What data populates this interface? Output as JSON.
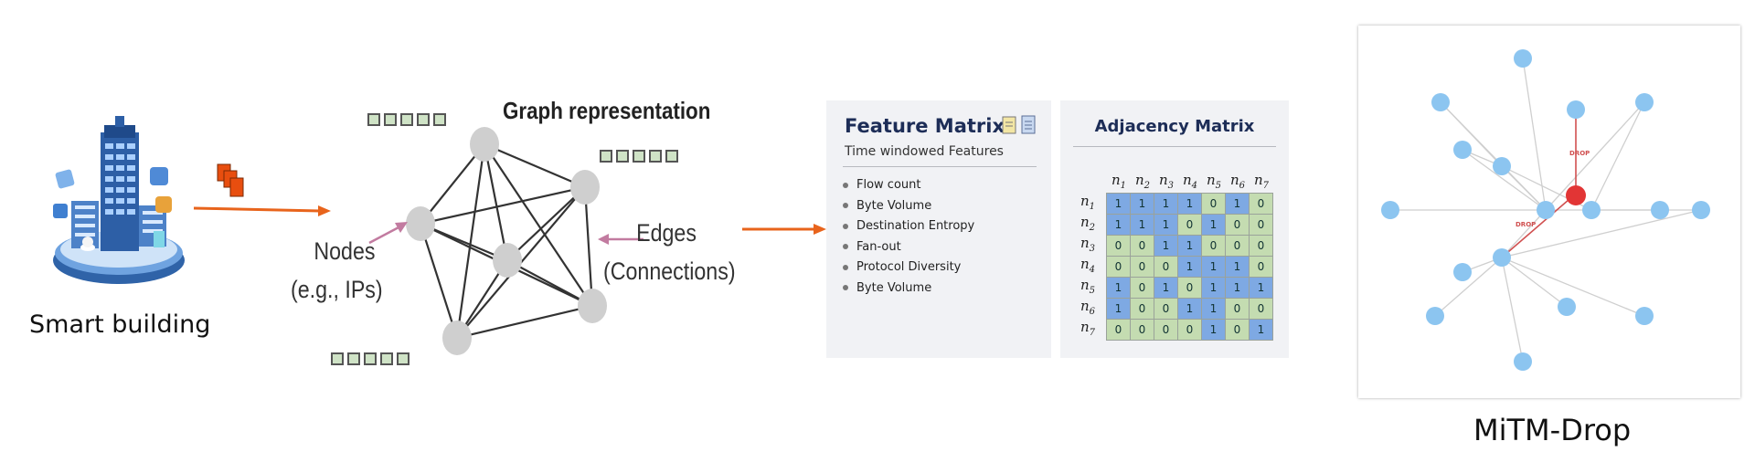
{
  "captions": {
    "smart_building": "Smart building",
    "mitm_drop": "MiTM-Drop"
  },
  "graph": {
    "title": "Graph representation",
    "nodes_label_line1": "Nodes",
    "nodes_label_line2": "(e.g., IPs)",
    "edges_label_line1": "Edges",
    "edges_label_line2": "(Connections)",
    "feature_vector_length": 5
  },
  "feature_matrix": {
    "title": "Feature Matrix",
    "subtitle": "Time windowed Features",
    "features": [
      "Flow count",
      "Byte Volume",
      "Destination Entropy",
      "Fan-out",
      "Protocol Diversity",
      "Byte Volume"
    ]
  },
  "adjacency_matrix": {
    "title": "Adjacency Matrix",
    "label_letter": "n",
    "labels": [
      "1",
      "2",
      "3",
      "4",
      "5",
      "6",
      "7"
    ],
    "rows": [
      [
        "1",
        "1",
        "1",
        "1",
        "0",
        "1",
        "0"
      ],
      [
        "1",
        "1",
        "1",
        "0",
        "1",
        "0",
        "0"
      ],
      [
        "0",
        "0",
        "1",
        "1",
        "0",
        "0",
        "0"
      ],
      [
        "0",
        "0",
        "0",
        "1",
        "1",
        "1",
        "0"
      ],
      [
        "1",
        "0",
        "1",
        "0",
        "1",
        "1",
        "1"
      ],
      [
        "1",
        "0",
        "0",
        "1",
        "1",
        "0",
        "0"
      ],
      [
        "0",
        "0",
        "0",
        "0",
        "1",
        "0",
        "1"
      ]
    ]
  },
  "mitm": {
    "drop_label_1": "DROP",
    "drop_label_2": "DROP"
  },
  "colors": {
    "arrow": "#e8641c",
    "packets": "#e84e0f",
    "graph_node": "#cfcfcf",
    "pink_arrow": "#c27ba0",
    "matrix_one": "#7ea9e3",
    "matrix_zero": "#c4dcb1",
    "mitm_node": "#8cc5f0",
    "attacker": "#e23535",
    "drop_line": "#d05050"
  }
}
